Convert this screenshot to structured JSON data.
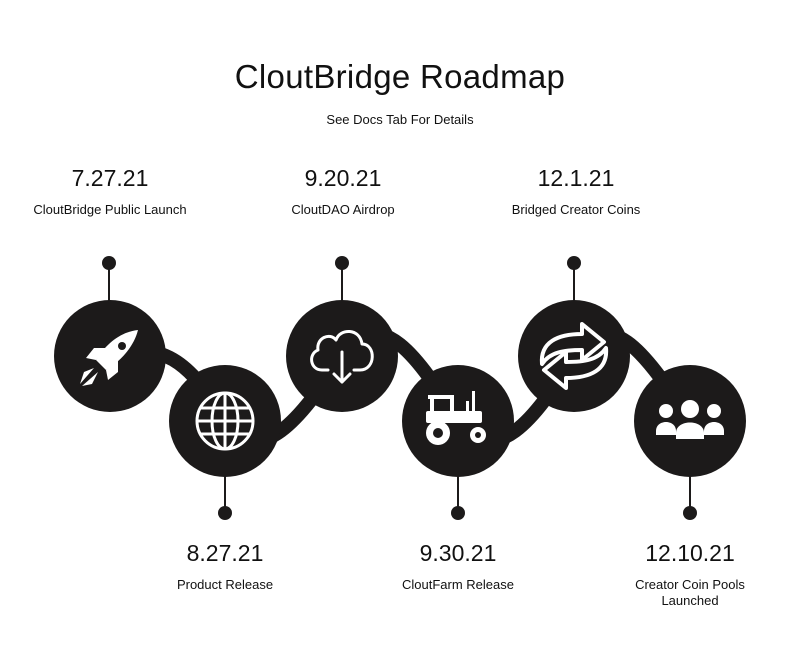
{
  "header": {
    "title": "CloutBridge Roadmap",
    "subtitle": "See Docs Tab For Details"
  },
  "colors": {
    "node": "#1c1a1a",
    "icon": "#ffffff",
    "text": "#111111"
  },
  "milestones": [
    {
      "date": "7.27.21",
      "label": "CloutBridge Public Launch",
      "icon": "rocket-icon",
      "position": "top"
    },
    {
      "date": "8.27.21",
      "label": "Product Release",
      "icon": "globe-icon",
      "position": "bottom"
    },
    {
      "date": "9.20.21",
      "label": "CloutDAO Airdrop",
      "icon": "cloud-download-icon",
      "position": "top"
    },
    {
      "date": "9.30.21",
      "label": "CloutFarm Release",
      "icon": "tractor-icon",
      "position": "bottom"
    },
    {
      "date": "12.1.21",
      "label": "Bridged Creator Coins",
      "icon": "refresh-arrows-icon",
      "position": "top"
    },
    {
      "date": "12.10.21",
      "label": "Creator Coin Pools Launched",
      "icon": "people-group-icon",
      "position": "bottom"
    }
  ]
}
